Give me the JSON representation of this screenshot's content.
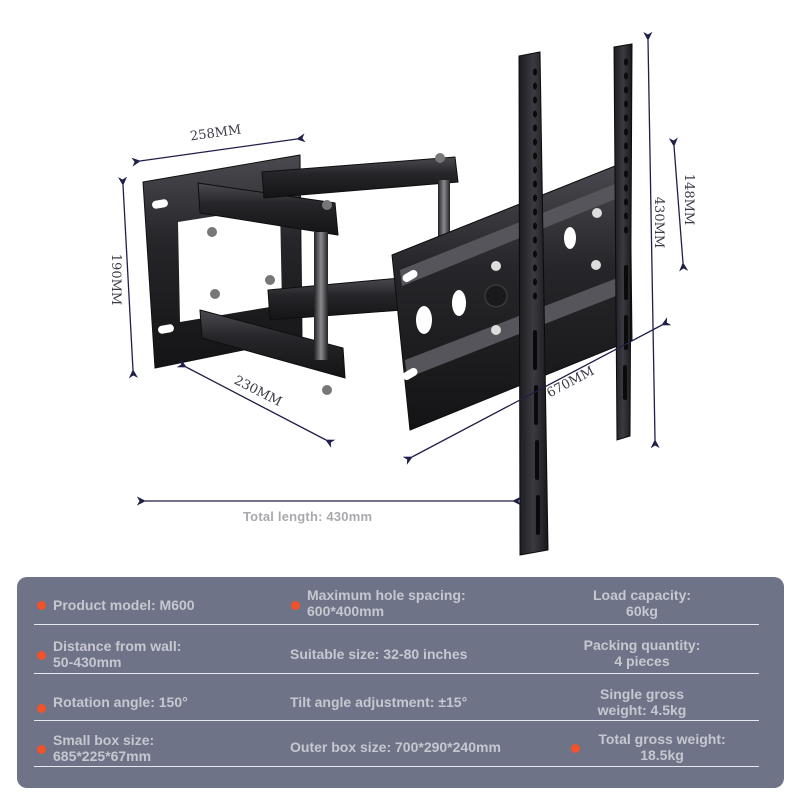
{
  "product_image": {
    "subject": "Full-motion articulating TV wall mount bracket",
    "dimensions": {
      "wall_plate_width": "258MM",
      "wall_plate_height": "190MM",
      "arm_depth": "230MM",
      "vesa_rail_spread": "670MM",
      "vesa_rail_height": "430MM",
      "tilt_plate_height": "148MM"
    },
    "total_length_label": "Total length: 430mm"
  },
  "specs": {
    "rows": [
      [
        {
          "text": "Product model: M600",
          "dot": true
        },
        {
          "text": "Maximum hole spacing:",
          "text2": "600*400mm",
          "dot": true
        },
        {
          "text": "Load capacity:",
          "text2": "60kg",
          "dot": false
        }
      ],
      [
        {
          "text": "Distance from wall:",
          "text2": "50-430mm",
          "dot": true
        },
        {
          "text": "Suitable size: 32-80 inches",
          "dot": false
        },
        {
          "text": "Packing quantity:",
          "text2": "4 pieces",
          "dot": false
        }
      ],
      [
        {
          "text": "Rotation angle: 150°",
          "dot": true
        },
        {
          "text": "Tilt angle adjustment: ±15°",
          "dot": false
        },
        {
          "text": "Single gross",
          "text2": "weight: 4.5kg",
          "dot": false
        }
      ],
      [
        {
          "text": "Small box size:",
          "text2": "685*225*67mm",
          "dot": true
        },
        {
          "text": "Outer box size: 700*290*240mm",
          "dot": false
        },
        {
          "text": "Total gross weight:",
          "text2": "18.5kg",
          "dot": true
        }
      ]
    ]
  },
  "colors": {
    "card_bg": "#6e7387",
    "bullet": "#f0522a",
    "spec_text": "#c6c8d0",
    "dimension_line": "#1f1f4a",
    "metal": "#2a2a2e"
  },
  "icons": {
    "bullet": "filled-circle",
    "dimension_arrow": "double-headed-arrow"
  }
}
